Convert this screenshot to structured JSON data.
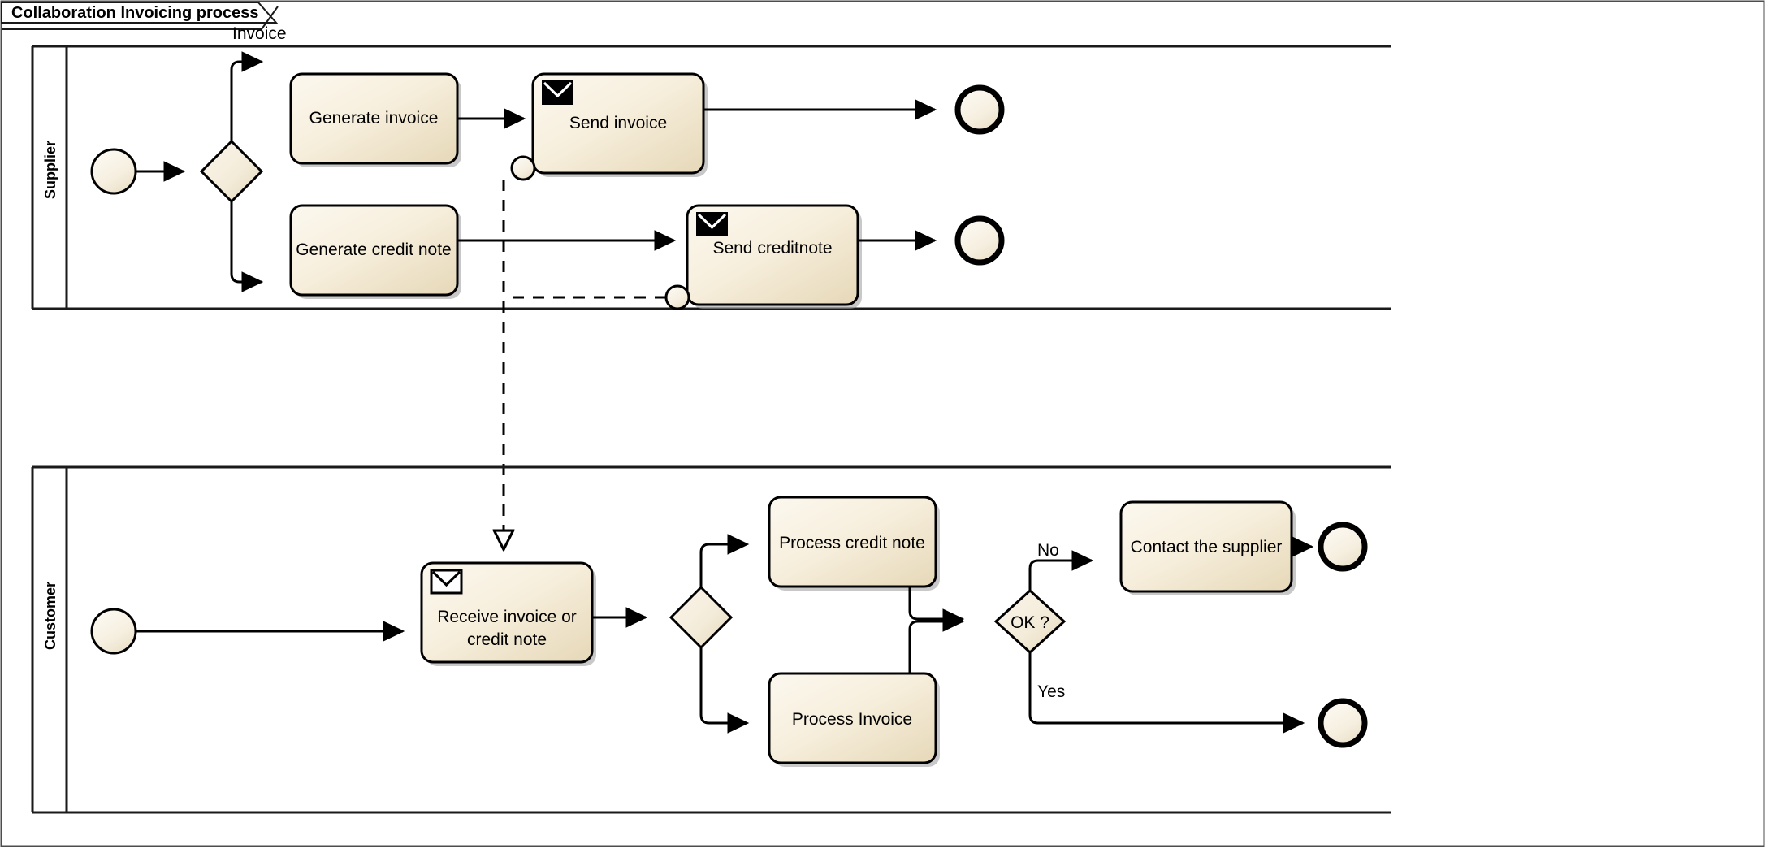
{
  "diagram": {
    "title": "Collaboration Invoicing process",
    "type": "BPMN collaboration diagram",
    "message_flow_label": "Invoice",
    "colors": {
      "task_fill_light": "#faf4e8",
      "task_fill_dark": "#e8dcc0",
      "event_fill": "#f7f1e3",
      "gateway_fill": "#f3ead6",
      "stroke": "#000000",
      "shadow": "#9a9a9a",
      "canvas": "#ffffff"
    },
    "pools": [
      {
        "id": "supplier",
        "label": "Supplier",
        "elements": {
          "start_event": {
            "name": "start-event-supplier",
            "type": "start-event"
          },
          "gateway": {
            "name": "gateway-supplier-split",
            "type": "exclusive-gateway",
            "label": ""
          },
          "tasks": [
            {
              "id": "generate-invoice",
              "label": "Generate invoice",
              "marker": "none"
            },
            {
              "id": "send-invoice",
              "label": "Send invoice",
              "marker": "send-message"
            },
            {
              "id": "generate-credit-note",
              "label": "Generate credit note",
              "marker": "none"
            },
            {
              "id": "send-creditnote",
              "label": "Send creditnote",
              "marker": "send-message"
            }
          ],
          "end_events": [
            {
              "id": "end-invoice",
              "type": "end-event"
            },
            {
              "id": "end-creditnote",
              "type": "end-event"
            }
          ],
          "boundary_events": [
            {
              "id": "send-invoice-message-out",
              "type": "message-throw"
            },
            {
              "id": "send-creditnote-message-out",
              "type": "message-throw"
            }
          ]
        }
      },
      {
        "id": "customer",
        "label": "Customer",
        "elements": {
          "start_event": {
            "name": "start-event-customer",
            "type": "start-event"
          },
          "gateway_split": {
            "name": "gateway-customer-split",
            "type": "exclusive-gateway",
            "label": ""
          },
          "gateway_decision": {
            "name": "gateway-ok",
            "type": "exclusive-gateway",
            "label": "OK ?"
          },
          "tasks": [
            {
              "id": "receive-invoice-or-credit-note",
              "label_line1": "Receive invoice or",
              "label_line2": "credit note",
              "marker": "receive-message"
            },
            {
              "id": "process-credit-note",
              "label": "Process credit note",
              "marker": "none"
            },
            {
              "id": "process-invoice",
              "label": "Process Invoice",
              "marker": "none"
            },
            {
              "id": "contact-the-supplier",
              "label": "Contact the supplier",
              "marker": "none"
            }
          ],
          "end_events": [
            {
              "id": "end-contact-supplier",
              "type": "end-event"
            },
            {
              "id": "end-ok-yes",
              "type": "end-event"
            }
          ],
          "flow_labels": [
            {
              "id": "label-no",
              "text": "No"
            },
            {
              "id": "label-yes",
              "text": "Yes"
            }
          ]
        }
      }
    ]
  }
}
